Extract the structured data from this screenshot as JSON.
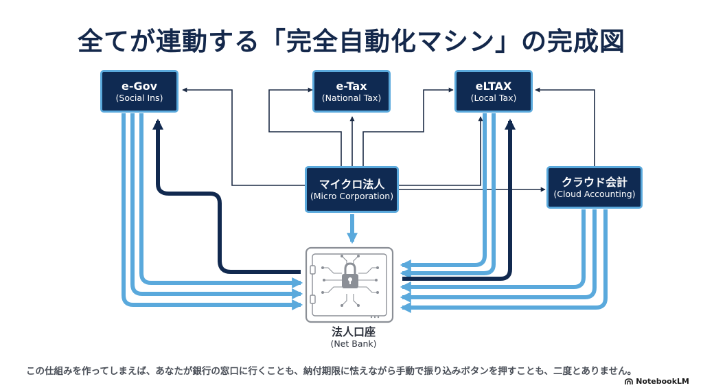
{
  "title": "全てが連動する「完全自動化マシン」の完成図",
  "nodes": {
    "egov": {
      "name": "e-Gov",
      "sub": "(Social Ins)"
    },
    "etax": {
      "name": "e-Tax",
      "sub": "(National Tax)"
    },
    "eltax": {
      "name": "eLTAX",
      "sub": "(Local Tax)"
    },
    "micro": {
      "name": "マイクロ法人",
      "sub": "(Micro Corporation)"
    },
    "cloud": {
      "name": "クラウド会計",
      "sub": "(Cloud Accounting)"
    },
    "bank": {
      "name": "法人口座",
      "sub": "(Net Bank)"
    }
  },
  "caption": "この仕組みを作ってしまえば、あなたが銀行の窓口に行くことも、納付期限に怯えながら手動で振り込みボタンを押すことも、二度とありません。",
  "brand": "NotebookLM",
  "colors": {
    "navy": "#0f2a52",
    "light_blue": "#5aa9dc",
    "dark_arrow": "#11294f",
    "line": "#1b2a44"
  }
}
